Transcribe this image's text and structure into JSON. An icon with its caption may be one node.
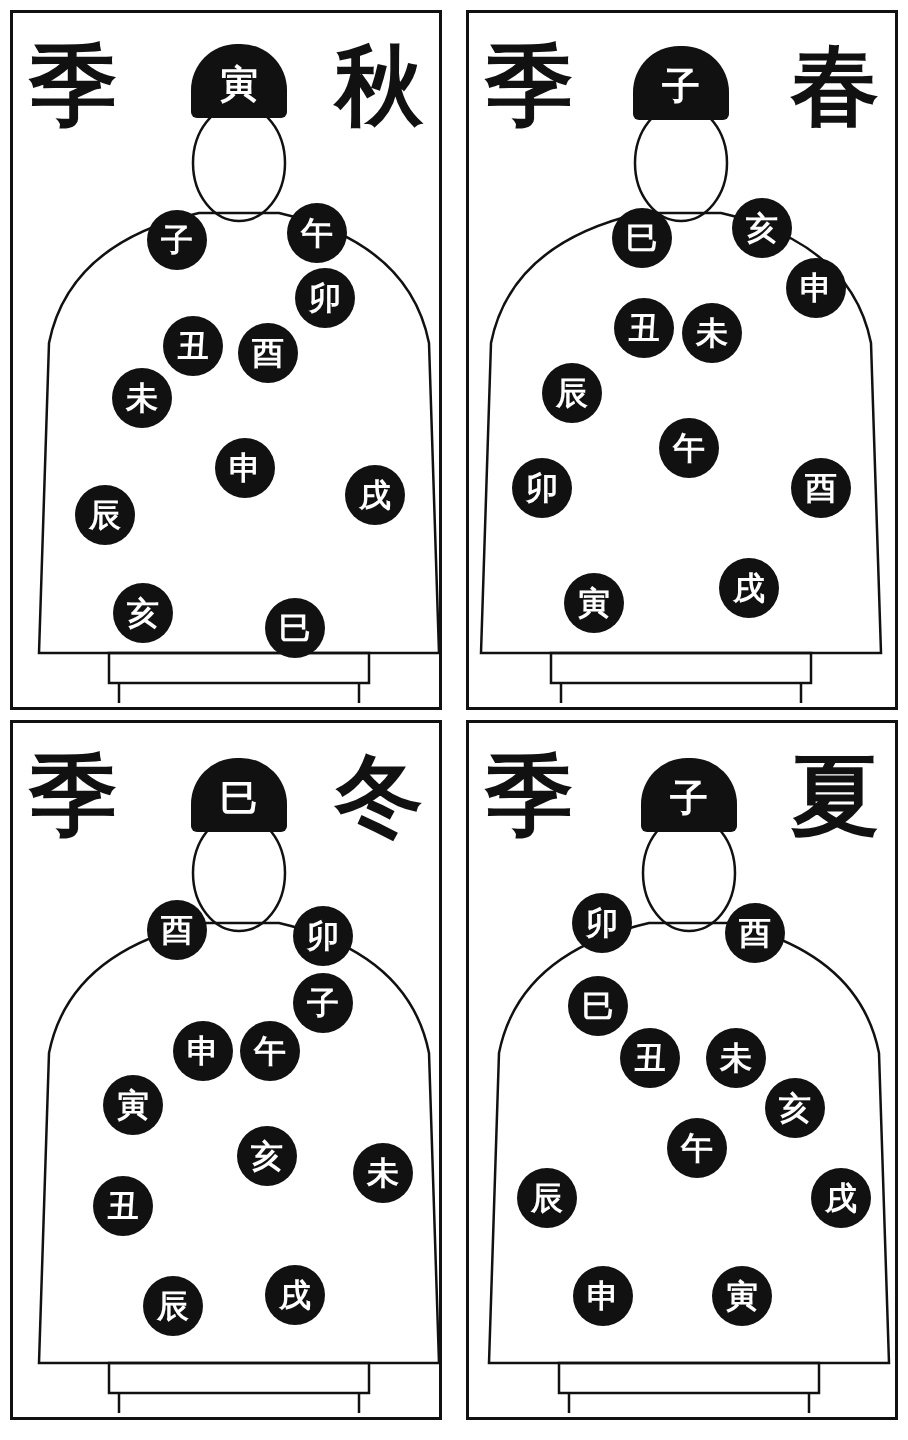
{
  "diagram": {
    "nodes": [
      {
        "text": [
          "季",
          "春"
        ]
      },
      {
        "text": [
          "子"
        ],
        "in": 0
      },
      {
        "text": [
          "巳"
        ],
        "in": 0
      },
      {
        "text": [
          "亥"
        ],
        "in": 0
      },
      {
        "text": [
          "申"
        ],
        "in": 0
      },
      {
        "text": [
          "丑"
        ],
        "in": 0
      },
      {
        "text": [
          "未"
        ],
        "in": 0
      },
      {
        "text": [
          "辰"
        ],
        "in": 0
      },
      {
        "text": [
          "午"
        ],
        "in": 0
      },
      {
        "text": [
          "卯"
        ],
        "in": 0
      },
      {
        "text": [
          "酉"
        ],
        "in": 0
      },
      {
        "text": [
          "寅"
        ],
        "in": 0
      },
      {
        "text": [
          "戌"
        ],
        "in": 0
      },
      {
        "text": [
          "季",
          "夏"
        ]
      },
      {
        "text": [
          "子"
        ],
        "in": 13
      },
      {
        "text": [
          "卯"
        ],
        "in": 13
      },
      {
        "text": [
          "酉"
        ],
        "in": 13
      },
      {
        "text": [
          "巳"
        ],
        "in": 13
      },
      {
        "text": [
          "丑"
        ],
        "in": 13
      },
      {
        "text": [
          "未"
        ],
        "in": 13
      },
      {
        "text": [
          "亥"
        ],
        "in": 13
      },
      {
        "text": [
          "午"
        ],
        "in": 13
      },
      {
        "text": [
          "辰"
        ],
        "in": 13
      },
      {
        "text": [
          "戌"
        ],
        "in": 13
      },
      {
        "text": [
          "申"
        ],
        "in": 13
      },
      {
        "text": [
          "寅"
        ],
        "in": 13
      },
      {
        "text": [
          "季",
          "秋"
        ]
      },
      {
        "text": [
          "寅"
        ],
        "in": 26
      },
      {
        "text": [
          "子"
        ],
        "in": 26
      },
      {
        "text": [
          "午"
        ],
        "in": 26
      },
      {
        "text": [
          "卯"
        ],
        "in": 26
      },
      {
        "text": [
          "丑"
        ],
        "in": 26
      },
      {
        "text": [
          "酉"
        ],
        "in": 26
      },
      {
        "text": [
          "未"
        ],
        "in": 26
      },
      {
        "text": [
          "申"
        ],
        "in": 26
      },
      {
        "text": [
          "辰"
        ],
        "in": 26
      },
      {
        "text": [
          "戌"
        ],
        "in": 26
      },
      {
        "text": [
          "亥"
        ],
        "in": 26
      },
      {
        "text": [
          "巳"
        ],
        "in": 26
      },
      {
        "text": [
          "季",
          "冬"
        ]
      },
      {
        "text": [
          "巳"
        ],
        "in": 39
      },
      {
        "text": [
          "酉"
        ],
        "in": 39
      },
      {
        "text": [
          "卯"
        ],
        "in": 39
      },
      {
        "text": [
          "子"
        ],
        "in": 39
      },
      {
        "text": [
          "申"
        ],
        "in": 39
      },
      {
        "text": [
          "午"
        ],
        "in": 39
      },
      {
        "text": [
          "寅"
        ],
        "in": 39
      },
      {
        "text": [
          "亥"
        ],
        "in": 39
      },
      {
        "text": [
          "未"
        ],
        "in": 39
      },
      {
        "text": [
          "丑"
        ],
        "in": 39
      },
      {
        "text": [
          "辰"
        ],
        "in": 39
      },
      {
        "text": [
          "戌"
        ],
        "in": 39
      }
    ]
  }
}
